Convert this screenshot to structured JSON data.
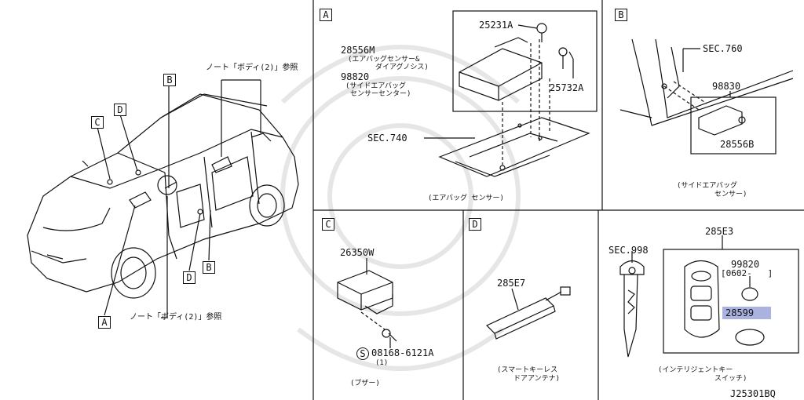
{
  "overview": {
    "callouts": {
      "A": "A",
      "B": "B",
      "C": "C",
      "D": "D",
      "D2": "D",
      "B2": "B"
    },
    "ref_top": "ノート「ボディ(2)」参照",
    "ref_bottom": "ノート「ボディ(2)」参照"
  },
  "panel_a": {
    "label": "A",
    "parts": {
      "p25231a": "25231A",
      "p28556m": "28556M",
      "p28556m_desc_1": "(エアバッグセンサー&",
      "p28556m_desc_2": "ダイアグノシス)",
      "p98820": "98820",
      "p98820_desc_1": "(サイドエアバッグ",
      "p98820_desc_2": "センサーセンター)",
      "p25732a": "25732A",
      "sec740": "SEC.740"
    },
    "caption": "(エアバッグ センサー)"
  },
  "panel_b": {
    "label": "B",
    "parts": {
      "sec760": "SEC.760",
      "p98830": "98830",
      "p28556b": "28556B"
    },
    "caption_1": "(サイドエアバッグ",
    "caption_2": "センサー)"
  },
  "panel_c": {
    "label": "C",
    "parts": {
      "p26350w": "26350W",
      "bolt_mark": "S",
      "bolt": "08168-6121A",
      "bolt_qty": "(1)"
    },
    "caption": "(ブザー)"
  },
  "panel_d": {
    "label": "D",
    "parts": {
      "p285e7": "285E7"
    },
    "caption_1": "(スマートキーレス",
    "caption_2": "ドアアンテナ)"
  },
  "panel_e": {
    "parts": {
      "sec998": "SEC.998",
      "p285e3": "285E3",
      "p99820": "99820",
      "p99820_range": "[0602-   ]",
      "p28599": "28599"
    },
    "caption_1": "(インテリジェントキー",
    "caption_2": "スイッチ)"
  },
  "footer": {
    "code": "J25301BQ"
  },
  "colors": {
    "line": "#111111",
    "highlight": "#aab3e0",
    "watermark": "#e9e9e9"
  }
}
